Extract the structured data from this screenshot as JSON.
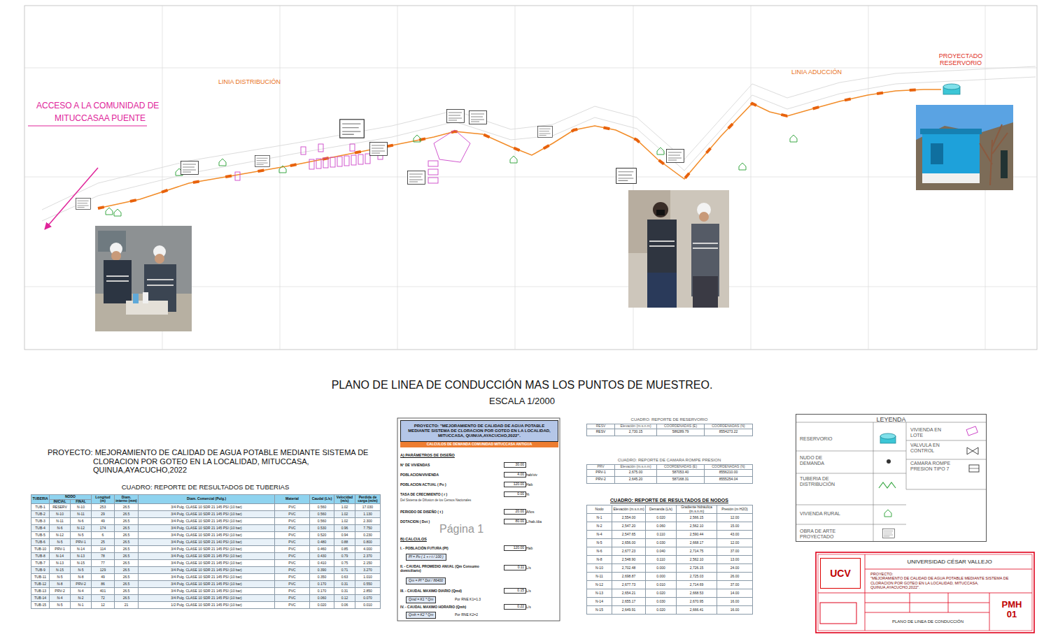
{
  "diagram": {
    "title": "PLANO DE LINEA DE CONDUCCIÓN MAS LOS PUNTOS DE MUESTREO.",
    "caption": "ESCALA 1/2000",
    "nodes": [
      {
        "text": [
          "PROYECTO: \"MEJORAMIENTO DE CALIDAD DE AGUA POTABLE MEDIANTE SISTEMA DE CLORACION POR GOTEO EN LA LOCALIDAD, MITUCCASA, QUINUA,AYACUCHO,2022\"."
        ]
      },
      {
        "text": [
          "LEYENDA"
        ]
      },
      {
        "text": [
          "UCV"
        ]
      },
      {
        "text": [
          "UNIVERSIDAD CÉSAR VALLEJO"
        ]
      },
      {
        "text": [
          "PROYECTO:",
          "\"MEJORAMIENTO DE CALIDAD DE AGUA POTABLE MEDIANTE SISTEMA DE CLORACION POR GOTEO EN LA LOCALIDAD, MITUCCASA, QUINUA,AYACUCHO,2022\"."
        ]
      },
      {
        "text": [
          "PLANO DE LINEA DE CONDUCCIÓN"
        ]
      },
      {
        "text": [
          "PMH 01"
        ]
      }
    ],
    "labels": [
      "ACCESO A LA COMUNIDAD DE",
      "MITUCCASAA PUENTE",
      "LINIA DISTRIBUCIÓN",
      "LINIA ADUCCIÓN",
      "PROYECTADO RESERVORIO",
      "PROYECTO:  MEJORAMIENTO DE CALIDAD DE AGUA POTABLE MEDIANTE SISTEMA DE CLORACION POR GOTEO EN LA LOCALIDAD, MITUCCASA, QUINUA,AYACUCHO,2022",
      "CUADRO: REPORTE DE RESULTADOS DE TUBERIAS",
      "TUBERIA",
      "NODO",
      "Longitud (m)",
      "Diam. interno (mm)",
      "Diam. Comercial (Pulg.)",
      "Material",
      "Caudal (L/s)",
      "Velocidad (m/s)",
      "Perdida de carga (m/m)",
      "INICIAL",
      "FINAL",
      "TUB-1",
      "RESERV",
      "N-10",
      "253",
      "26.5",
      "3/4 Pulg. CLASE 10 SDR 21 145 PSI (10 bar)",
      "PVC",
      "0.560",
      "1.02",
      "17.030",
      "TUB-2",
      "N-10",
      "N-11",
      "29",
      "26.5",
      "3/4 Pulg. CLASE 10 SDR 21 145 PSI (10 bar)",
      "PVC",
      "0.560",
      "1.02",
      "1.130",
      "TUB-3",
      "N-11",
      "N-6",
      "49",
      "26.5",
      "3/4 Pulg. CLASE 10 SDR 21 145 PSI (10 bar)",
      "PVC",
      "0.560",
      "1.02",
      "2.300",
      "TUB-4",
      "N-6",
      "N-12",
      "174",
      "26.5",
      "3/4 Pulg. CLASE 10 SDR 21 145 PSI (10 bar)",
      "PVC",
      "0.530",
      "0.96",
      "7.750",
      "TUB-5",
      "N-12",
      "N-5",
      "6",
      "26.5",
      "3/4 Pulg. CLASE 10 SDR 21 145 PSI (10 bar)",
      "PVC",
      "0.520",
      "0.94",
      "0.230",
      "TUB-6",
      "N-5",
      "PRV-1",
      "25",
      "26.5",
      "3/4 Pulg. CLASE 10 SDR 21 140 PSI (10 bar)",
      "PVC",
      "0.480",
      "0.88",
      "0.800",
      "TUB-10",
      "PRV-1",
      "N-14",
      "114",
      "26.5",
      "3/4 Pulg. CLASE 10 SDR 21 145 PSI (10 bar)",
      "PVC",
      "0.460",
      "0.85",
      "4.000",
      "TUB-8",
      "N-14",
      "N-13",
      "78",
      "26.5",
      "3/4 Pulg. CLASE 10 SDR 21 145 PSI (10 bar)",
      "PVC",
      "0.430",
      "0.79",
      "2.370",
      "TUB-7",
      "N-13",
      "N-15",
      "77",
      "26.5",
      "3/4 Pulg. CLASE 10 SDR 21 145 PSI (10 bar)",
      "PVC",
      "0.410",
      "0.75",
      "2.150",
      "TUB-9",
      "N-15",
      "N-5",
      "129",
      "26.5",
      "3/4 Pulg. CLASE 10 SDR 21 145 PSI (10 bar)",
      "PVC",
      "0.390",
      "0.71",
      "3.270",
      "TUB-11",
      "N-5",
      "N-8",
      "49",
      "26.5",
      "3/4 Pulg. CLASE 10 SDR 21 145 PSI (10 bar)",
      "PVC",
      "0.350",
      "0.63",
      "1.010",
      "TUB-12",
      "N-8",
      "PRV-2",
      "86",
      "26.5",
      "3/4 Pulg. CLASE 10 SDR 21 145 PSI (10 bar)",
      "PVC",
      "0.170",
      "0.31",
      "0.550",
      "TUB-13",
      "PRV-2",
      "N-4",
      "401",
      "26.5",
      "3/4 Pulg. CLASE 10 SDR 21 145 PSI (10 bar)",
      "PVC",
      "0.170",
      "0.31",
      "2.850",
      "TUB-14",
      "N-4",
      "N-2",
      "72",
      "26.5",
      "3/4 Pulg. CLASE 10 SDR 21 145 PSI (10 bar)",
      "PVC",
      "0.060",
      "0.12",
      "0.070",
      "TUB-15",
      "N-5",
      "N-1",
      "12",
      "21",
      "1/2 Pulg. CLASE 10 SDR 21 145 PSI (10 bar)",
      "PVC",
      "0.020",
      "0.06",
      "0.010",
      "CALCULOS DE DEMANDA COMUNIDAD MITUCCASA ANTIGUA",
      "A) PARÁMETROS DE DISEÑO",
      "N° DE VIVIENDAS",
      "30.00",
      "POBLACION/VIVIENDA",
      "4.00",
      "hab/viv",
      "POBLACION ACTUAL ( Po )",
      "120.00",
      "Hab",
      "TASA DE CRECIMIENTO ( r )",
      "0.00",
      "%",
      "Del Sistema de Difusion de los Censos Nacionales",
      "PERIODO DE DISEÑO ( t )",
      "20.00",
      "Años",
      "DOTACION ( Dot )",
      "80.00",
      "L/hab./dia",
      "B) CALCULOS",
      "I. - POBLACIÓN FUTURA (Pf)",
      "120.00",
      "Hab",
      "Pf = Po ( 1 + r·t / 100 )",
      "II. - CAUDAL PROMEDIO ANUAL (Qm Consumo domiciliario)",
      "0.11",
      "L/s",
      "Qm = Pf * Dot / 86400",
      "III. - CAUDAL MAXIMO DIARIO (Qmd)",
      "0.15",
      "L/s",
      "Qmd = K1 * Qm",
      "Por RNE K1=1.3",
      "IV. - CAUDAL MAXIMO HORARIO (Qmh)",
      "0.22",
      "L/s",
      "Qmh = K2 * Qm",
      "Por RNE K2=2",
      "Página 1",
      "CUADRO: REPORTE DE RESERVORIO",
      "RESV",
      "Elevación (m.s.n.m)",
      "COORDENADAS (E)",
      "COORDENADAS (N)",
      "RESV",
      "2,730.15",
      "586289.79",
      "8554273.22",
      "CUADRO: REPORTE DE CAMARA ROMPE PRESION",
      "PRV",
      "Elevación (m.s.n.m)",
      "COORDENADAS (E)",
      "COORDENADAS (N)",
      "PRV-1",
      "2,675.00",
      "587053.40",
      "8556210.00",
      "PRV-2",
      "2,645.20",
      "587168.31",
      "8555254.04",
      "CUADRO: REPORTE DE RESULTADOS DE NODOS",
      "Nodo",
      "Elevación (m.s.n.m)",
      "Demanda (L/s)",
      "Gradiente hidráulica (m.s.n.m)",
      "Presión (m H2O)",
      "N-1",
      "2,554.00",
      "0.020",
      "2,566.15",
      "12.00",
      "N-2",
      "2,547.20",
      "0.060",
      "2,562.10",
      "15.00",
      "N-4",
      "2,547.65",
      "0.110",
      "2,590.44",
      "43.00",
      "N-5",
      "2,656.00",
      "0.030",
      "2,668.17",
      "12.00",
      "N-6",
      "2,677.23",
      "0.040",
      "2,714.75",
      "37.00",
      "N-8",
      "2,548.90",
      "0.110",
      "2,562.10",
      "13.00",
      "N-10",
      "2,702.48",
      "0.000",
      "2,726.15",
      "24.00",
      "N-11",
      "2,698.87",
      "0.000",
      "2,725.03",
      "26.00",
      "N-12",
      "2,677.73",
      "0.010",
      "2,714.69",
      "37.00",
      "N-13",
      "2,654.21",
      "0.020",
      "2,668.53",
      "14.00",
      "N-14",
      "2,655.17",
      "0.030",
      "2,670.95",
      "16.00",
      "N-15",
      "2,649.91",
      "0.020",
      "2,666.41",
      "16.00"
    ],
    "legend": [
      {
        "text": "RESERVORIO"
      },
      {
        "text": "NUDO DE DEMANDA"
      },
      {
        "text": "TUBERIA DE DISTRIBUCIÓN"
      },
      {
        "text": "VIVIENDA RURAL"
      },
      {
        "text": "OBRA DE ARTE PROYECTADO"
      },
      {
        "text": "VIVIENDA EN LOTE"
      },
      {
        "text": "VALVULA EN CONTROL"
      },
      {
        "text": "CAMARA ROMPE PRESION TIPO 7"
      }
    ]
  }
}
